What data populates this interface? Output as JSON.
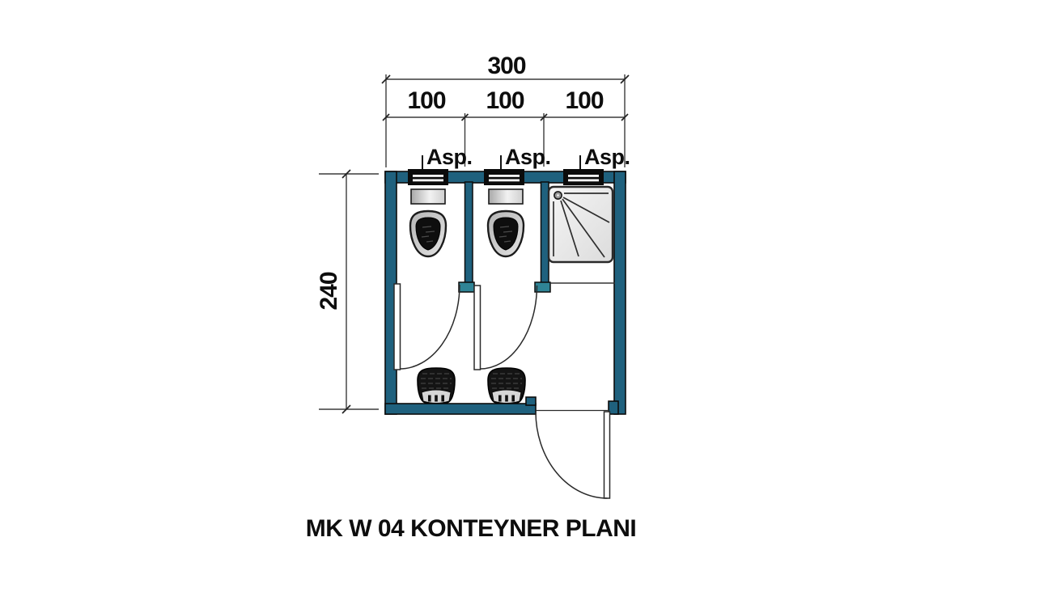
{
  "title": "MK W 04 KONTEYNER PLANI",
  "dimensions": {
    "total_width": "300",
    "bay_widths": [
      "100",
      "100",
      "100"
    ],
    "total_depth": "240"
  },
  "labels": {
    "aspirators": [
      "Asp.",
      "Asp.",
      "Asp."
    ]
  },
  "icons": [
    "vent-louver-icon",
    "wc-pan-icon",
    "cistern-icon",
    "washbasin-icon",
    "shower-tray-icon",
    "door-swing-icon"
  ],
  "colors": {
    "wall": "#1f617e",
    "partition_cap": "#2f8496",
    "vent_black": "#0b0b0b",
    "outline": "#1c1c1c",
    "dimension_line": "#3b3b3b",
    "fixture_dark": "#141414",
    "fixture_light": "#d9d9d9",
    "text": "#0d0d0d"
  }
}
